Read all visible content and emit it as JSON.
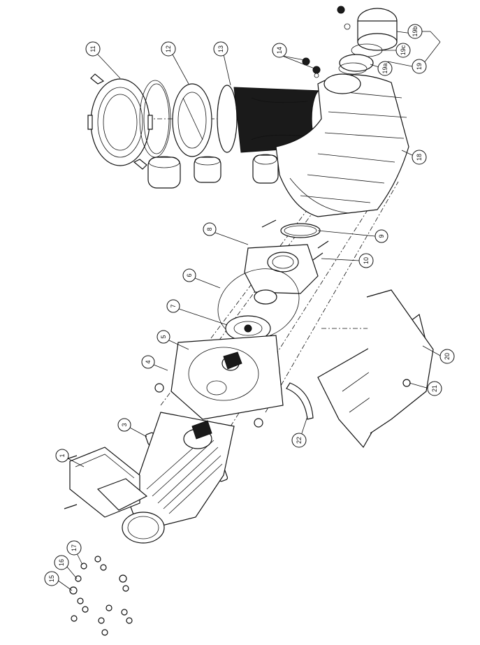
{
  "callouts": {
    "c1": "1",
    "c3": "3",
    "c4": "4",
    "c5": "5",
    "c6": "6",
    "c7": "7",
    "c8": "8",
    "c9": "9",
    "c10": "10",
    "c11": "11",
    "c12": "12",
    "c13": "13",
    "c14": "14",
    "c15": "15",
    "c16": "16",
    "c17": "17",
    "c18": "18",
    "c19": "19",
    "c19a": "19a",
    "c19b": "19b",
    "c19c": "19c",
    "c20": "20",
    "c21": "21",
    "c22": "22"
  }
}
